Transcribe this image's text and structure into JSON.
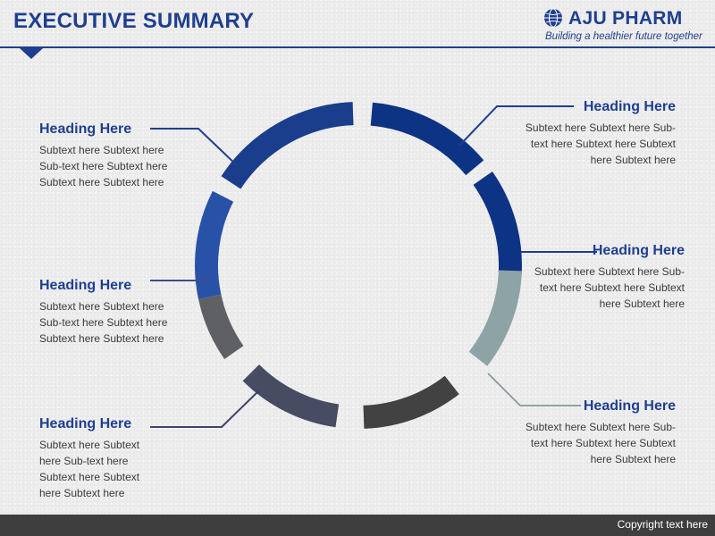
{
  "header": {
    "title": "EXECUTIVE SUMMARY",
    "brand_name": "AJU PHARM",
    "brand_tagline": "Building a healthier future together",
    "logo_icon": "globe-logo-icon",
    "colors": {
      "primary": "#1f3f8f",
      "background": "#ededed"
    }
  },
  "segments": [
    {
      "id": "top-left",
      "color": "#1a3e8c"
    },
    {
      "id": "top-right",
      "color": "#0d3384"
    },
    {
      "id": "right-upper",
      "color": "#0d3384"
    },
    {
      "id": "left-upper",
      "color": "#2851a8"
    },
    {
      "id": "left-lower",
      "color": "#5e6064"
    },
    {
      "id": "right-lower",
      "color": "#8da3a5"
    },
    {
      "id": "bottom-left",
      "color": "#474c63"
    },
    {
      "id": "bottom-right",
      "color": "#424242"
    }
  ],
  "items": [
    {
      "heading": "Heading Here",
      "subtext": "Subtext here Subtext here Sub-text here Subtext here Subtext here Subtext here"
    },
    {
      "heading": "Heading Here",
      "subtext": "Subtext here Subtext here Sub-text here Subtext here Subtext here Subtext here"
    },
    {
      "heading": "Heading Here",
      "subtext": "Subtext here Subtext here Sub-text here Subtext here Subtext here Subtext here"
    },
    {
      "heading": "Heading Here",
      "subtext": "Subtext here Subtext here Sub-text here Subtext here Subtext here Subtext here"
    },
    {
      "heading": "Heading Here",
      "subtext": "Subtext here Subtext here Sub-text here Subtext here Subtext here Subtext here"
    },
    {
      "heading": "Heading Here",
      "subtext": "Subtext here Subtext here Sub-text here Subtext here Subtext here Subtext here"
    }
  ],
  "footer": {
    "text": "Copyright text here"
  }
}
